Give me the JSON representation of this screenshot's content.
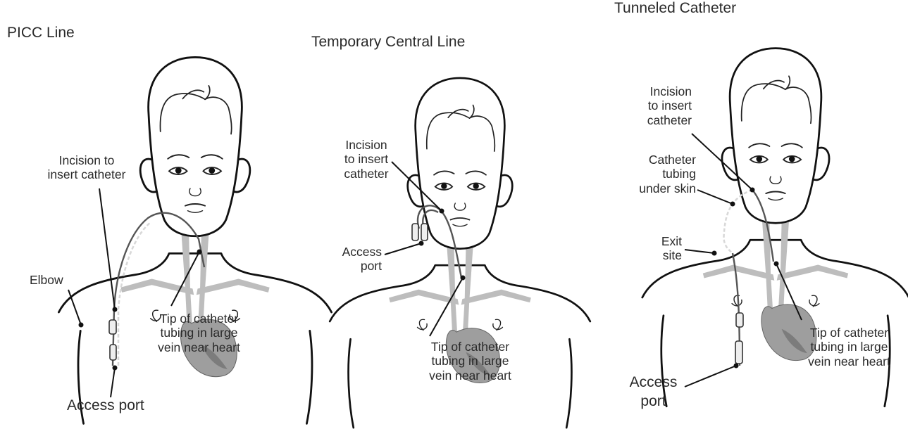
{
  "panels": [
    {
      "title": "PICC Line",
      "labels": {
        "incision": "Incision to\ninsert catheter",
        "elbow": "Elbow",
        "tip": "Tip of catheter\ntubing in large\nvein near heart",
        "access_port": "Access port"
      }
    },
    {
      "title": "Temporary Central Line",
      "labels": {
        "incision": "Incision\nto insert\ncatheter",
        "access_port": "Access\nport",
        "tip": "Tip of catheter\ntubing in large\nvein near heart"
      }
    },
    {
      "title": "Tunneled Catheter",
      "labels": {
        "incision": "Incision\nto insert\ncatheter",
        "tubing": "Catheter\ntubing\nunder skin",
        "exit_site": "Exit\nsite",
        "tip": "Tip of catheter\ntubing in large\nvein near heart",
        "access_port": "Access\nport"
      }
    }
  ]
}
